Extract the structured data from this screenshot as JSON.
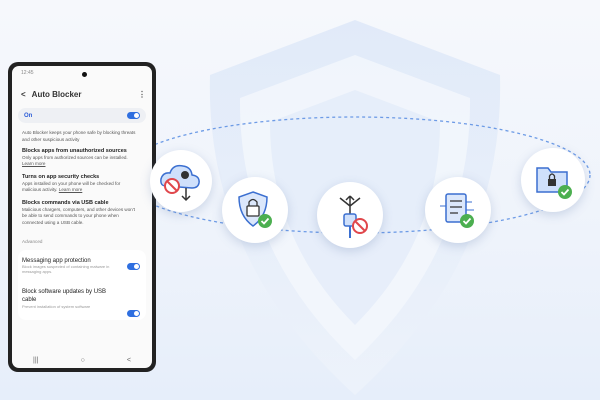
{
  "phone": {
    "time": "12:45",
    "title": "Auto Blocker",
    "master_toggle": {
      "label": "On",
      "on": true
    },
    "description": "Auto Blocker keeps your phone safe by blocking threats and other suspicious activity",
    "sections": [
      {
        "title": "Blocks apps from unauthorized sources",
        "body": "Only apps from authorized sources can be installed.",
        "link": "Learn more"
      },
      {
        "title": "Turns on app security checks",
        "body": "Apps installed on your phone will be checked for malicious activity.",
        "link": "Learn more"
      },
      {
        "title": "Blocks commands via USB cable",
        "body": "Malicious chargers, computers, and other devices won't be able to send commands to your phone when connected using a USB cable.",
        "link": ""
      }
    ],
    "advanced_label": "Advanced",
    "advanced": [
      {
        "title": "Messaging app protection",
        "body": "Block images suspected of containing malware in messaging apps.",
        "on": true
      },
      {
        "title": "Block software updates by USB cable",
        "body": "Prevent installation of system software",
        "on": true
      }
    ]
  },
  "feature_icons": [
    "cloud-block-icon",
    "lock-shield-icon",
    "usb-block-icon",
    "checklist-icon",
    "folder-lock-icon"
  ],
  "colors": {
    "accent": "#2f6fe0",
    "block": "#e0474c",
    "check": "#4caf50",
    "icon_blue": "#3b6fd0"
  }
}
